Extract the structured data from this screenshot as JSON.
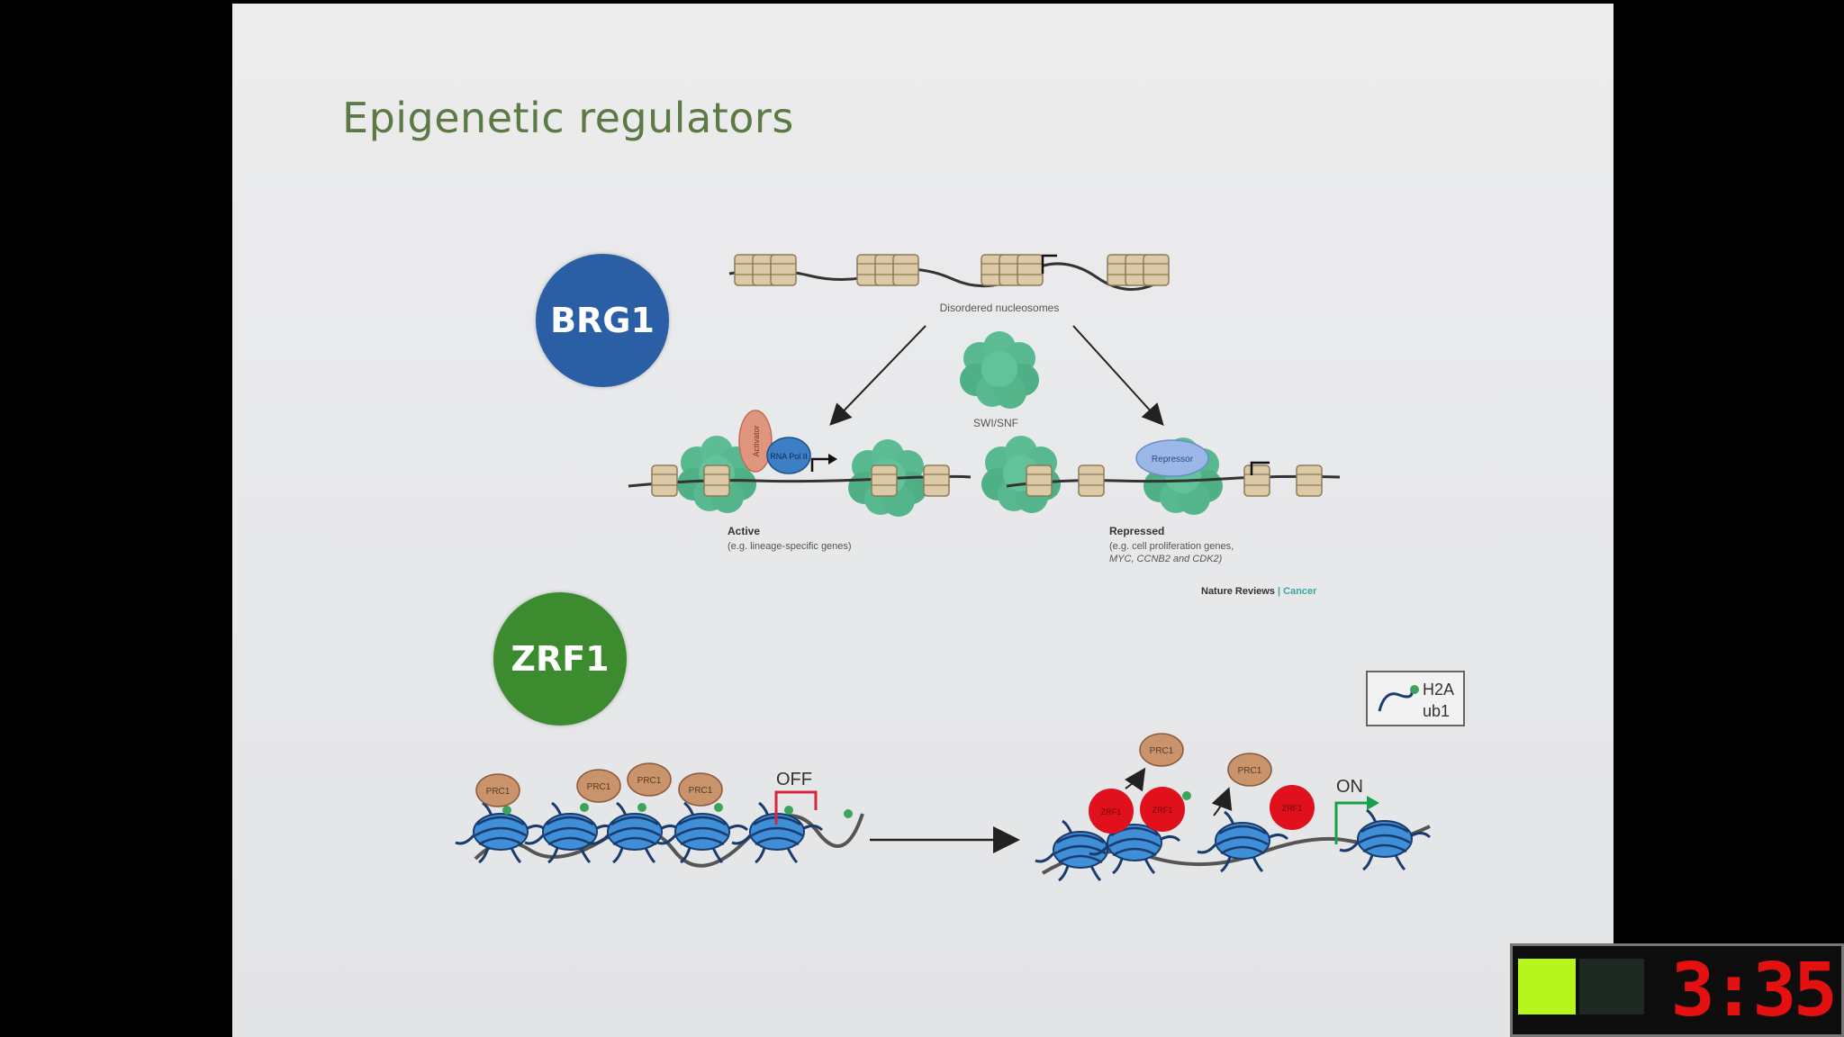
{
  "slide": {
    "title": "Epigenetic regulators",
    "badges": {
      "brg1": "BRG1",
      "zrf1": "ZRF1"
    },
    "brg1_figure": {
      "disordered_label": "Disordered nucleosomes",
      "complex_label": "SWI/SNF",
      "activator_label": "Activator",
      "pol_label": "RNA Pol II",
      "repressor_label": "Repressor",
      "active_title": "Active",
      "active_desc": "(e.g. lineage-specific genes)",
      "repressed_title": "Repressed",
      "repressed_desc_1": "(e.g. cell proliferation genes,",
      "repressed_desc_2": "MYC, CCNB2 and CDK2)",
      "credit_journal": "Nature Reviews",
      "credit_separator": " | ",
      "credit_section": "Cancer"
    },
    "zrf1_figure": {
      "prc1_label": "PRC1",
      "zrf1_label": "ZRF1",
      "off_label": "OFF",
      "on_label": "ON",
      "legend_line1": "H2A",
      "legend_line2": "ub1"
    }
  },
  "timer": {
    "display": "3:35"
  },
  "colors": {
    "title_green": "#5c7a45",
    "brg1_blue": "#2a5fa6",
    "zrf1_green": "#3c8b2e",
    "swisnf_teal": "#58b890",
    "prc1_tan": "#c9936b",
    "zrf1_red": "#e0101c",
    "timer_red": "#e51010",
    "timer_light": "#b7f51c"
  }
}
